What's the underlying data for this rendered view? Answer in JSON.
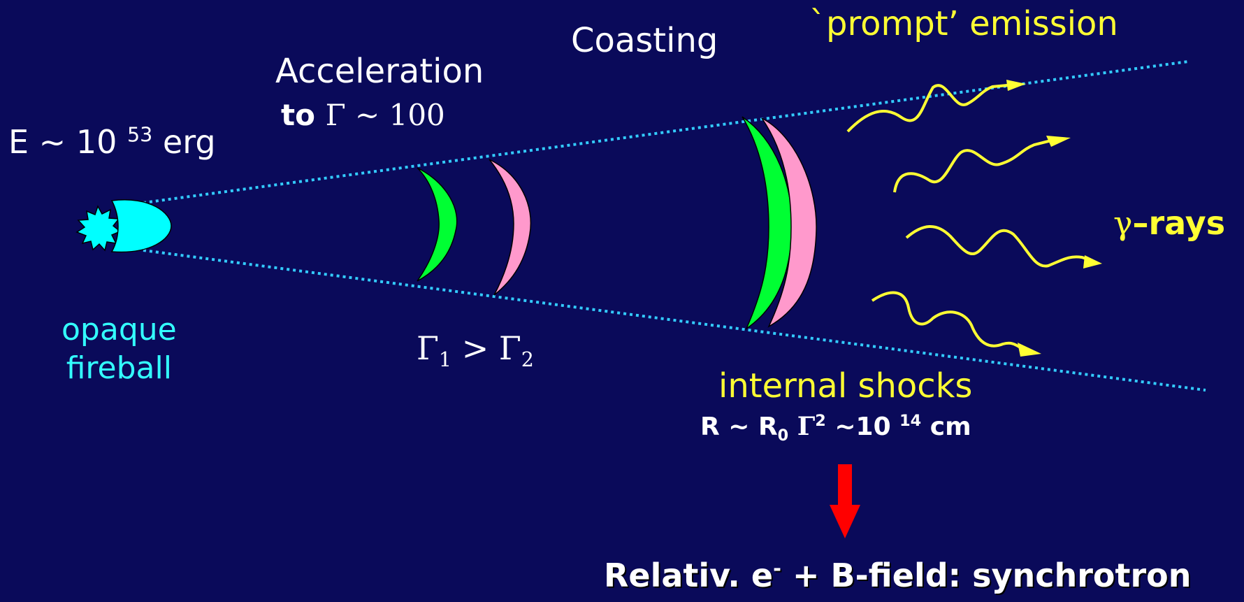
{
  "diagram": {
    "energy": {
      "prefix": "E ~ 10 ",
      "exponent": "53",
      "suffix": " erg"
    },
    "acceleration": {
      "line1": "Acceleration",
      "line2_bold": "to ",
      "line2_math": "Γ ~ 100"
    },
    "coasting": "Coasting",
    "prompt_emission": "`prompt’ emission",
    "fireball": {
      "line1": "opaque",
      "line2": "fireball"
    },
    "lorentz_relation": {
      "g1": "Γ",
      "s1": "1",
      "op": " > ",
      "g2": "Γ",
      "s2": "2"
    },
    "gamma_rays": {
      "symbol": "γ",
      "text": "–rays"
    },
    "internal_shocks": "internal shocks",
    "radius": {
      "part1": "R ~ R",
      "sub0": "0",
      "gamma": " Γ",
      "sup2": "2",
      "part2": " ~10 ",
      "exp": "14",
      "unit": " cm"
    },
    "synchrotron": {
      "part1": "Relativ. e",
      "sup": "-",
      "part2": " + B-field: synchrotron"
    },
    "colors": {
      "background": "#0a0a5a",
      "jet_edge": "#33ccff",
      "fireball": "#00ffff",
      "shell_fast": "#00ff33",
      "shell_slow": "#ff99cc",
      "photon": "#ffff33",
      "arrow": "#ff0000"
    }
  }
}
